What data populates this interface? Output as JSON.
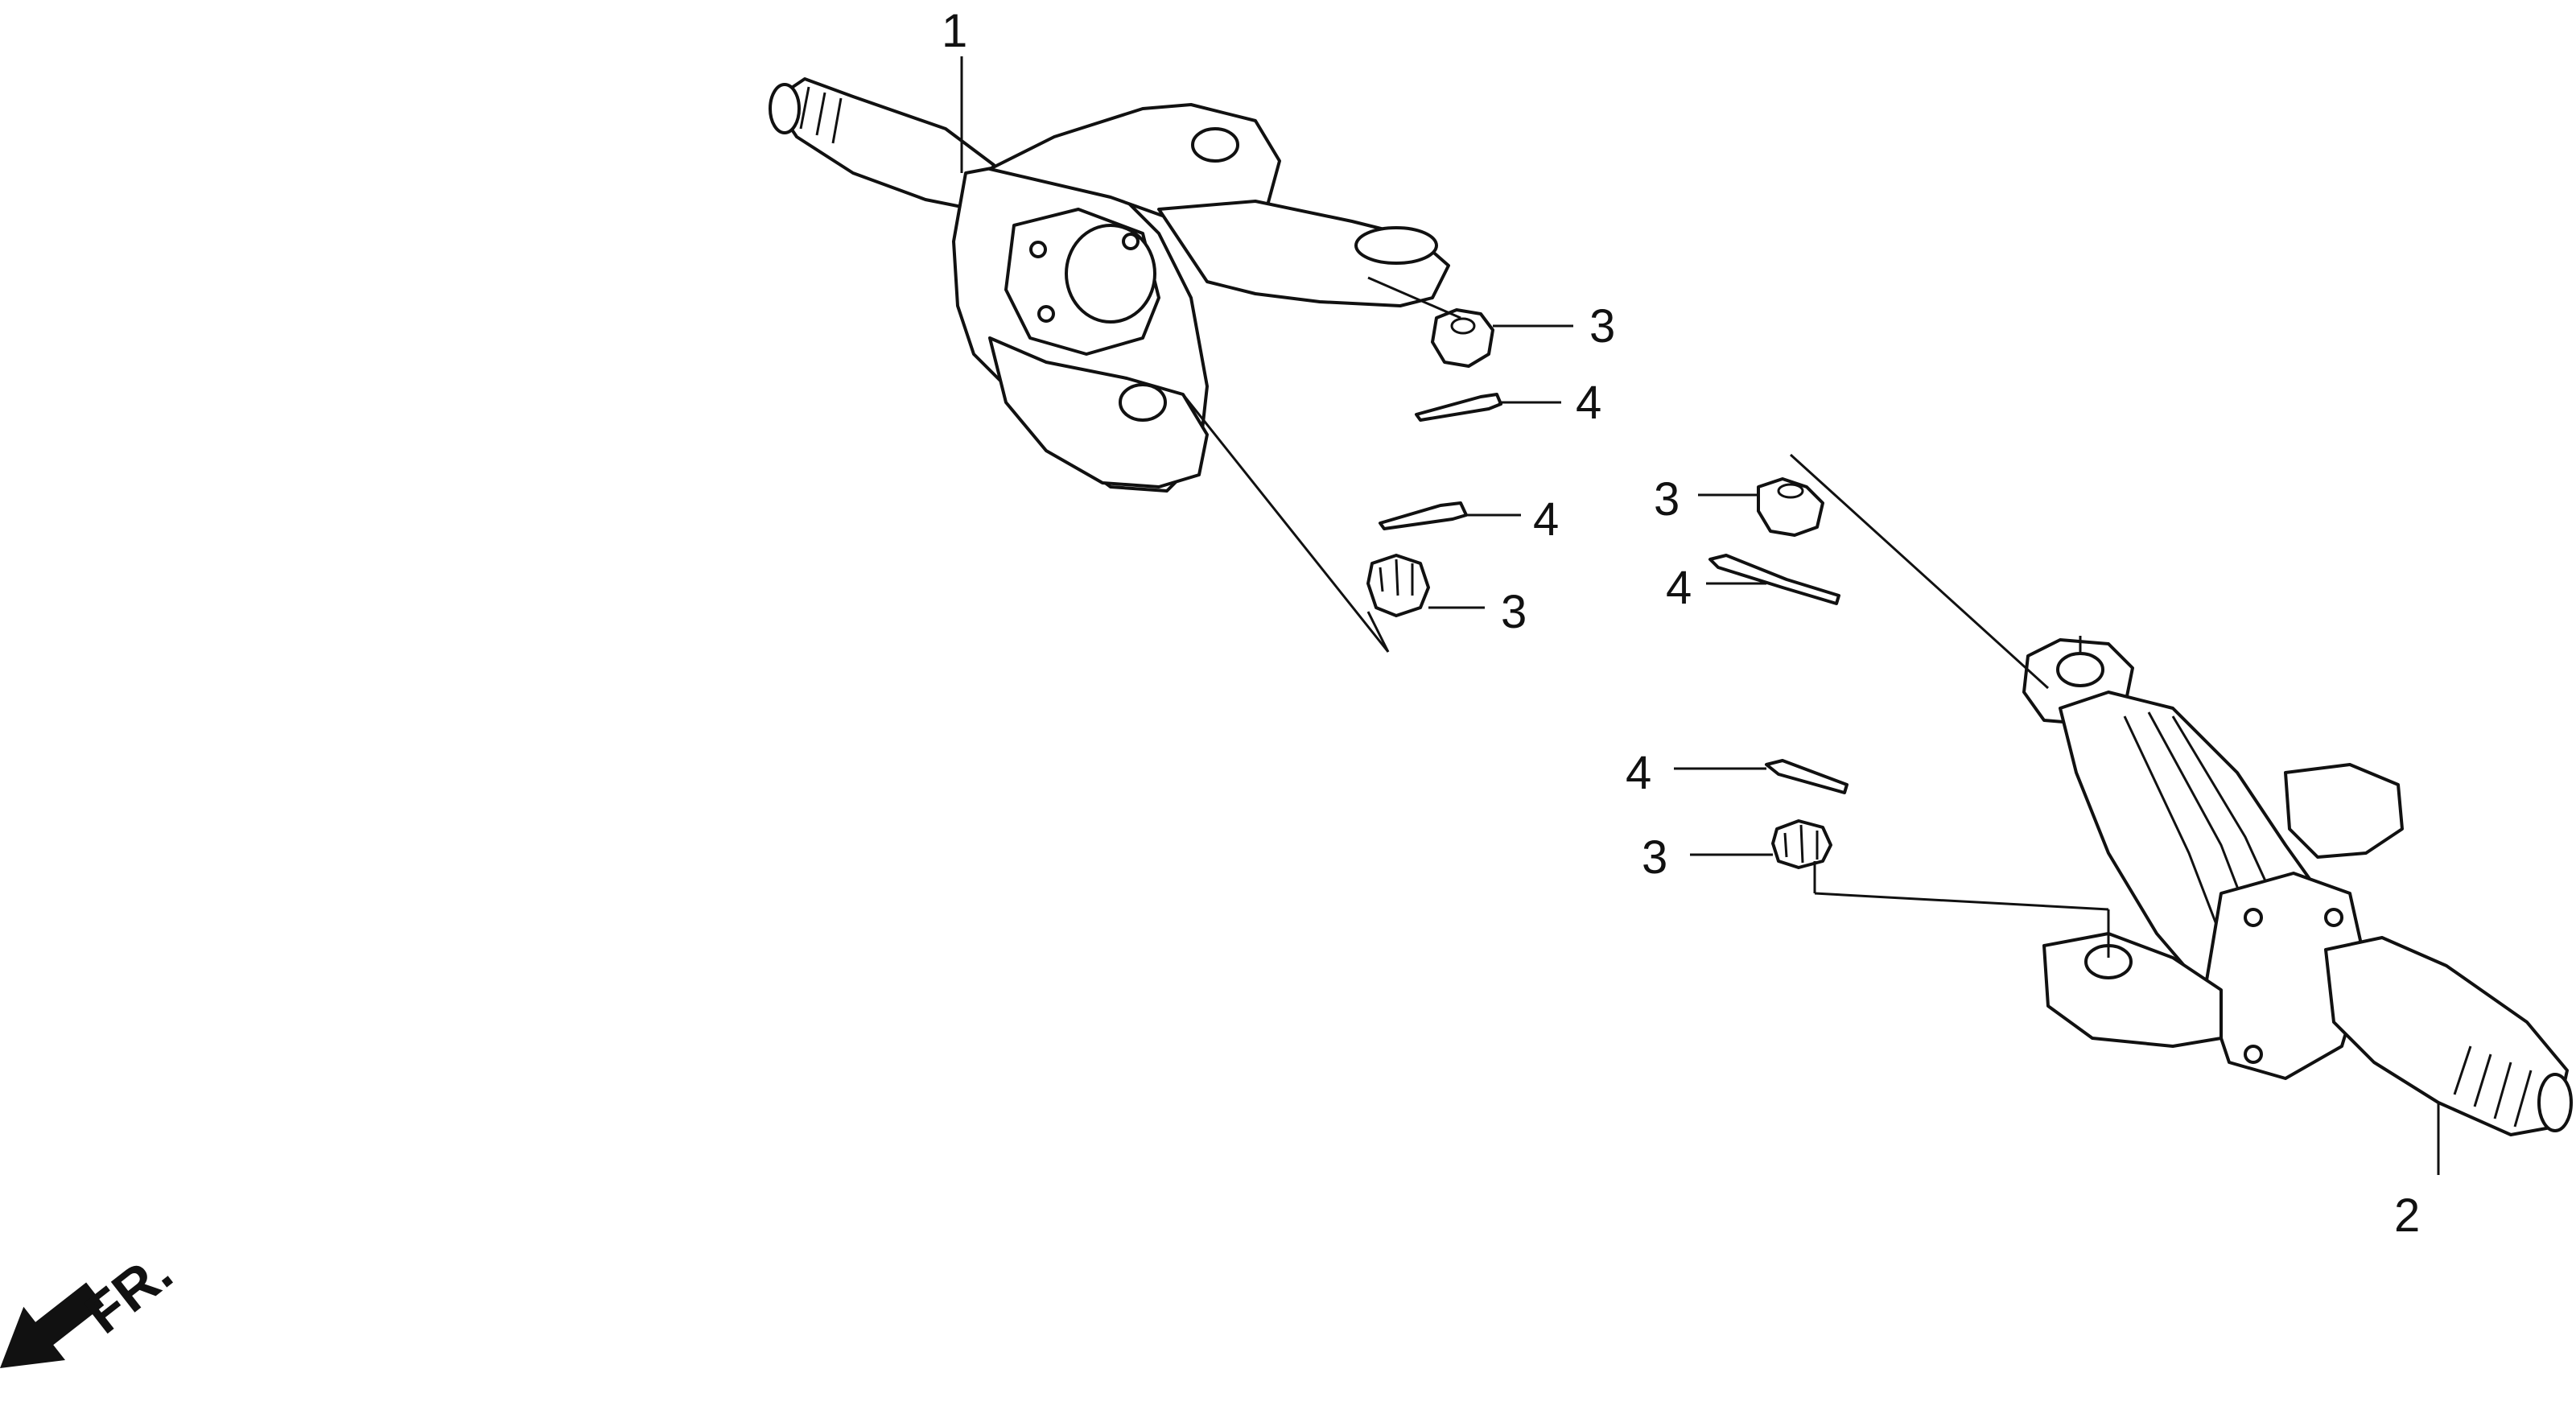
{
  "callouts": {
    "knuckle_left": "1",
    "knuckle_right": "2",
    "nut_a": "3",
    "nut_b": "3",
    "nut_c": "3",
    "nut_d": "3",
    "pin_a": "4",
    "pin_b": "4",
    "pin_c": "4",
    "pin_d": "4"
  },
  "direction": {
    "label": "FR.",
    "icon": "front-direction-arrow-icon"
  },
  "colors": {
    "ink": "#111111",
    "paper": "#ffffff"
  }
}
